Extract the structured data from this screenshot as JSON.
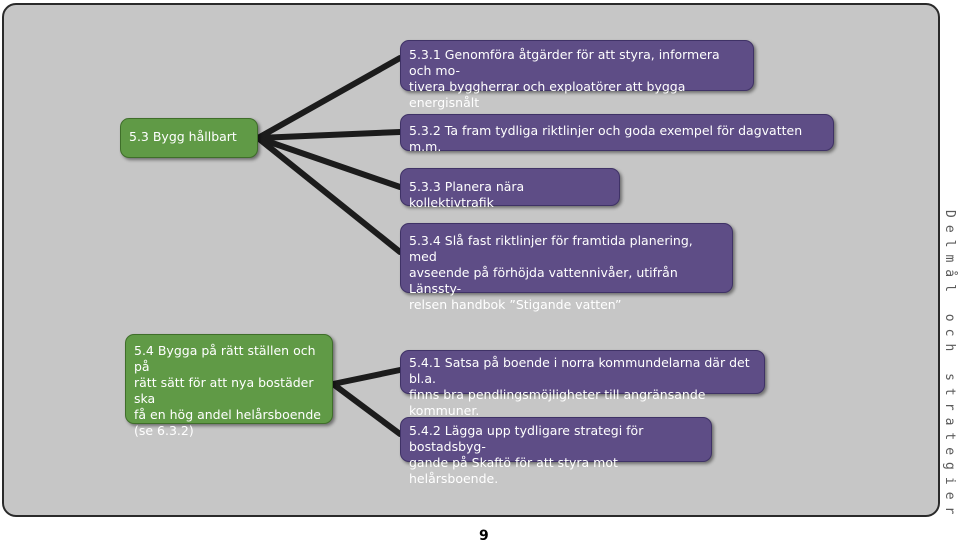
{
  "goals": [
    {
      "id": "g1",
      "text": "5.3 Bygg hållbart"
    },
    {
      "id": "g2",
      "text": "5.4 Bygga på rätt ställen och på\nrätt sätt för att nya bostäder ska\nfå en hög andel helårsboende\n(se 6.3.2)"
    }
  ],
  "strategies": [
    {
      "id": "s1",
      "text": "5.3.1 Genomföra åtgärder för att styra, informera och mo-\ntivera byggherrar och exploatörer att bygga energisnålt"
    },
    {
      "id": "s2",
      "text": "5.3.2 Ta fram tydliga riktlinjer och goda exempel för dagvatten m.m."
    },
    {
      "id": "s3",
      "text": "5.3.3 Planera nära kollektivtrafik"
    },
    {
      "id": "s4",
      "text": "5.3.4 Slå fast riktlinjer för framtida planering, med\navseende på förhöjda vattennivåer, utifrån Länssty-\nrelsen handbok ”Stigande vatten”"
    },
    {
      "id": "s5",
      "text": "5.4.1 Satsa på boende i norra kommundelarna där det bl.a.\nfinns bra pendlingsmöjligheter till angränsande kommuner."
    },
    {
      "id": "s6",
      "text": "5.4.2 Lägga upp tydligare strategi för bostadsbyg-\ngande på Skaftö för att styra mot helårsboende."
    }
  ],
  "side_label": "Delmål och strategier",
  "page_number": "9",
  "colors": {
    "panel": "#c6c6c6",
    "goal": "#609a46",
    "strategy": "#5e4d86",
    "connector": "#1c1c1c"
  }
}
